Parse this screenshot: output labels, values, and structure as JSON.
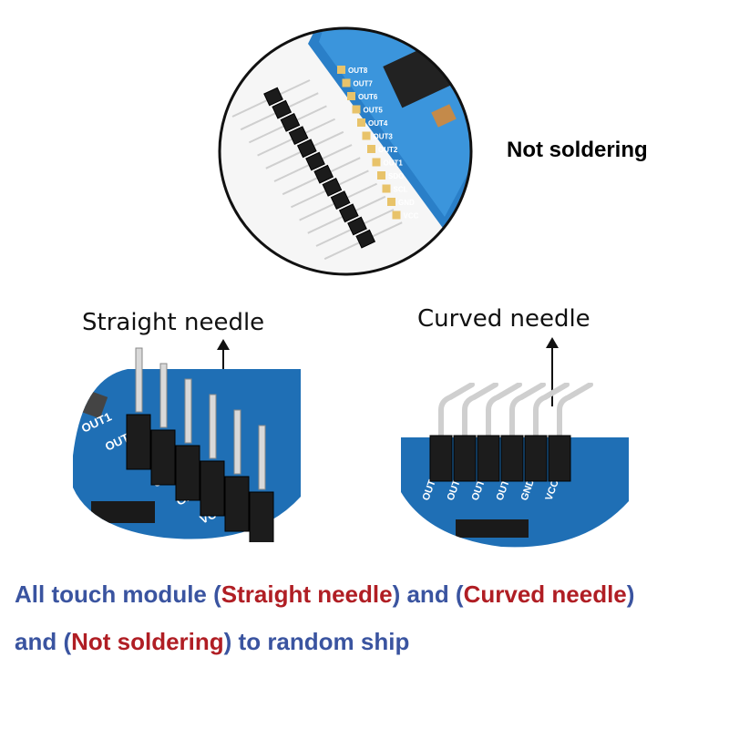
{
  "labels": {
    "not_soldering": "Not soldering",
    "straight_needle": "Straight needle",
    "curved_needle": "Curved needle"
  },
  "caption": {
    "line1_a": "All touch module (",
    "line1_b": "Straight needle",
    "line1_c": ") and (",
    "line1_d": "Curved needle",
    "line1_e": ")",
    "line2_a": "and (",
    "line2_b": "Not soldering",
    "line2_c": ") to random ship"
  },
  "pcb_labels_top": [
    "OUT8",
    "OUT7",
    "OUT6",
    "OUT5",
    "OUT4",
    "OUT3",
    "OUT2",
    "OUT1",
    "SDO",
    "SCL",
    "GND",
    "VCC"
  ],
  "pcb_labels_straight": [
    "OUT1",
    "OUT2",
    "OUT3",
    "OUT4",
    "GND",
    "VCC"
  ],
  "pcb_labels_curved": [
    "OUT1",
    "OUT2",
    "OUT3",
    "OUT4",
    "GND",
    "VCC"
  ],
  "colors": {
    "pcb_blue": "#1f6fb5",
    "pcb_light": "#4aa3e0",
    "caption_blue": "#3a54a0",
    "caption_red": "#b01e24"
  }
}
